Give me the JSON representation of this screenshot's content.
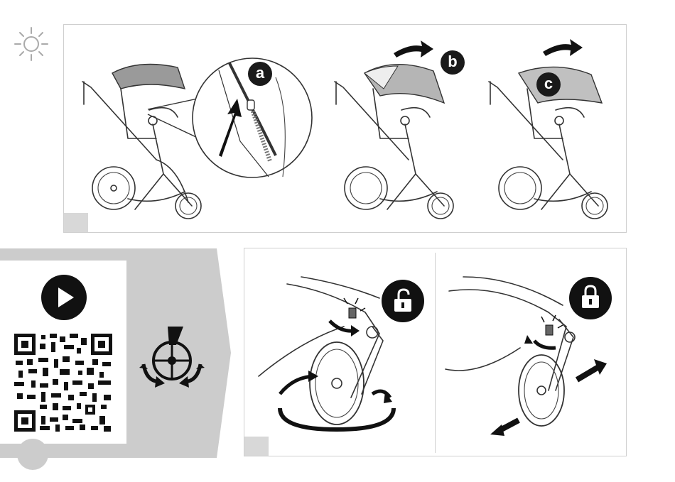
{
  "step_top": {
    "labels": {
      "a": "a",
      "b": "b",
      "c": "c"
    }
  },
  "step_bottom": {
    "icons": [
      "play-icon",
      "qr-code-icon",
      "wheel-swivel-icon",
      "unlock-icon",
      "lock-icon"
    ]
  },
  "colors": {
    "panel_gray": "#d8d8d8",
    "badge": "#1a1a1a",
    "canopy_gray": "#9a9a9a",
    "band_gray": "#cccccc"
  }
}
